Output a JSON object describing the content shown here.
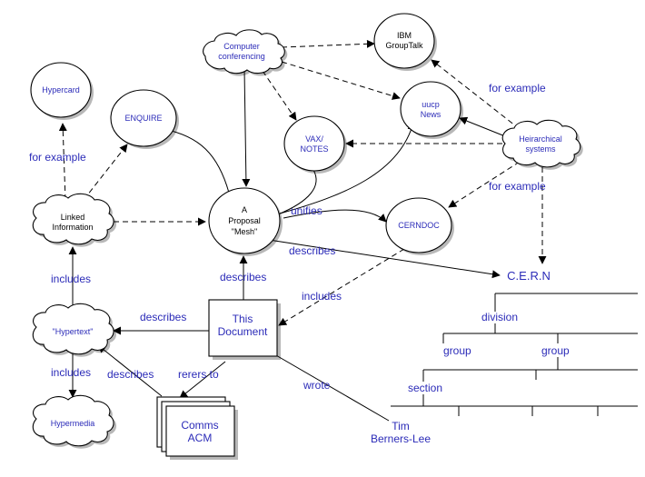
{
  "nodes": {
    "hypercard": {
      "lines": [
        "Hypercard"
      ],
      "color": "#2b2bb8"
    },
    "enquire": {
      "lines": [
        "ENQUIRE"
      ],
      "color": "#2b2bb8"
    },
    "computer_conferencing": {
      "lines": [
        "Computer",
        "conferencing"
      ],
      "color": "#2b2bb8"
    },
    "ibm_grouptalk": {
      "lines": [
        "IBM",
        "GroupTalk"
      ],
      "color": "#000000"
    },
    "uucp_news": {
      "lines": [
        "uucp",
        "News"
      ],
      "color": "#2b2bb8"
    },
    "vax_notes": {
      "lines": [
        "VAX/",
        "NOTES"
      ],
      "color": "#2b2bb8"
    },
    "hierarchical_systems": {
      "lines": [
        "Heirarchical",
        "systems"
      ],
      "color": "#2b2bb8"
    },
    "linked_information": {
      "lines": [
        "Linked",
        "Information"
      ],
      "color": "#000000"
    },
    "proposal_mesh": {
      "lines": [
        "A",
        "Proposal",
        "\"Mesh\""
      ],
      "color": "#000000"
    },
    "cerndoc": {
      "lines": [
        "CERNDOC"
      ],
      "color": "#2b2bb8"
    },
    "hypertext": {
      "lines": [
        "\"Hypertext\""
      ],
      "color": "#2b2bb8"
    },
    "this_document": {
      "lines": [
        "This",
        "Document"
      ],
      "color": "#2b2bb8"
    },
    "hypermedia": {
      "lines": [
        "Hypermedia"
      ],
      "color": "#2b2bb8"
    },
    "comms_acm": {
      "lines": [
        "Comms",
        "ACM"
      ],
      "color": "#2b2bb8"
    },
    "tim_berners_lee": {
      "lines": [
        "Tim",
        "Berners-Lee"
      ],
      "color": "#2b2bb8"
    },
    "cern": {
      "lines": [
        "C.E.R.N"
      ],
      "color": "#2b2bb8"
    }
  },
  "edge_labels": {
    "for_example_hypercard": "for example",
    "for_example_grouptalk": "for example",
    "for_example_cern": "for example",
    "unifies": "unifies",
    "describes_cern": "describes",
    "describes_proposal": "describes",
    "describes_hypertext": "describes",
    "describes_hypertext_from_acm": "describes",
    "includes_linked": "includes",
    "includes_cerndoc": "includes",
    "includes_hypermedia": "includes",
    "rerers_to": "rerers to",
    "wrote": "wrote"
  },
  "tree": {
    "division": "division",
    "group_left": "group",
    "group_right": "group",
    "section": "section"
  },
  "colors": {
    "text": "#2b2bb8",
    "line": "#000000"
  }
}
